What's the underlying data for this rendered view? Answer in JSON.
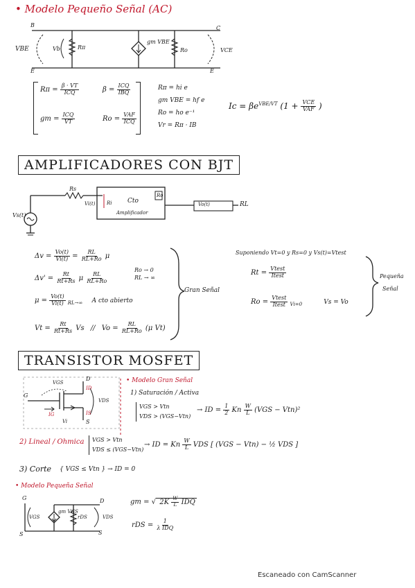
{
  "s1": {
    "title": "• Modelo Pequeño Señal (AC)",
    "circ": {
      "B": "B",
      "E": "E",
      "C": "C",
      "E2": "E",
      "vbe": "VBE",
      "vb": "Vb",
      "rpi": "Rπ",
      "src": "gm VBE",
      "ro": "Ro",
      "vce": "VCE"
    },
    "p1": {
      "lhs": "Rπ =",
      "num": "β · VT",
      "den": "ICQ"
    },
    "p2": {
      "lhs": "gm =",
      "num": "ICQ",
      "den": "VT"
    },
    "p3": {
      "lhs": "β =",
      "num": "ICQ",
      "den": "IBQ"
    },
    "p4": {
      "lhs": "Ro =",
      "num": "VAF",
      "den": "ICQ"
    },
    "hp": [
      "Rπ = hi e",
      "gm VBE = hf e",
      "Ro = ho e⁻¹",
      "Vr = Rπ · IB"
    ],
    "ic": {
      "lhs": "Ic = βe",
      "exp": "VBE/VT",
      "par_open": "(1 +",
      "num": "VCE",
      "den": "VAF",
      "par_close": ")"
    }
  },
  "s2": {
    "title": "AMPLIFICADORES CON BJT",
    "circ": {
      "rs": "Rs",
      "vin": "Vi(t)",
      "src": "Vs(t)",
      "ri": "Ri",
      "cb": "Cto",
      "amp": "Amplificador",
      "ro": "Ro",
      "vout": "Vo(t)",
      "rl": "RL"
    },
    "av": {
      "lhs": "Δv =",
      "n1": "Vo(t)",
      "d1": "Vi(t)",
      "eq": "=",
      "n2": "RL",
      "d2": "RL+Ro",
      "mu": "μ"
    },
    "avs": {
      "lhs": "Δv' =",
      "n1": "Rt",
      "d1": "Rt+Rs",
      "mu": "μ",
      "n2": "RL",
      "d2": "RL+Ro"
    },
    "limits": [
      "Ro → 0",
      "RL → ∞"
    ],
    "mu": {
      "lhs": "μ =",
      "num": "Vo(t)",
      "den": "Vi(t)",
      "cond": "RL→∞",
      "txt": "A cto abierto"
    },
    "vt": {
      "lhs": "Vt =",
      "num": "Rt",
      "den": "Rt+Rs",
      "tail": "Vs",
      "sep": "//",
      "vo": "Vo =",
      "n2": "RL",
      "d2": "RL+Ro",
      "tail2": "(μ Vt)"
    },
    "gs_label": "Gran Señal",
    "sup": "Suponiendo   Vt=0  y  Rs=0  y  Vs(t)=Vtest",
    "rt": {
      "lhs": "Rt =",
      "num": "Vtest",
      "den": "Itest"
    },
    "ro": {
      "lhs": "Ro =",
      "num": "Vtest",
      "den": "Itest",
      "cond": "Vi=0",
      "tail": "Vs = Vo"
    },
    "ps_label": [
      "Pequeña",
      "Señal"
    ]
  },
  "s3": {
    "title": "TRANSISTOR MOSFET",
    "circ": {
      "G": "G",
      "D": "D",
      "S": "S",
      "vgs": "VGS",
      "id": "ID",
      "vds": "VDS",
      "ig": "IG",
      "is": "IS",
      "vi": "Vi"
    },
    "gs_title": "• Modelo Gran Señal",
    "sat": "1) Saturación / Activa",
    "sat_c1": "VGS > Vtn",
    "sat_c2": "VDS > (VGS−Vtn)",
    "sat_eq": "→ ID = ",
    "sat_frac": {
      "num": "1",
      "den": "2"
    },
    "sat_tail1": "Kn",
    "sat_wl": {
      "num": "W",
      "den": "L"
    },
    "sat_tail2": "(VGS − Vtn)²",
    "lin": "2) Lineal / Ohmica",
    "lin_c1": "VGS > Vtn",
    "lin_c2": "VDS ≤ (VGS−Vtn)",
    "lin_eq": "→ ID = Kn",
    "lin_wl": {
      "num": "W",
      "den": "L"
    },
    "lin_tail": "VDS [ (VGS − Vtn) − ½ VDS ]",
    "cut": "3) Corte",
    "cut_c": "{ VGS ≤ Vtn } → ID = 0",
    "ps_title": "• Modelo Pequeña Señal",
    "ps_circ": {
      "G": "G",
      "D": "D",
      "S": "S",
      "S2": "S",
      "vgs": "VGS",
      "src": "gm VGS",
      "rds": "rDS",
      "vds": "VDS"
    },
    "gm": {
      "lhs": "gm =",
      "rad": "2K",
      "wl_num": "W",
      "wl_den": "L",
      "tail": "IDQ"
    },
    "rds": {
      "lhs": "rDS =",
      "num": "1",
      "den": "λ IDQ"
    }
  },
  "footer": "Escaneado con CamScanner"
}
